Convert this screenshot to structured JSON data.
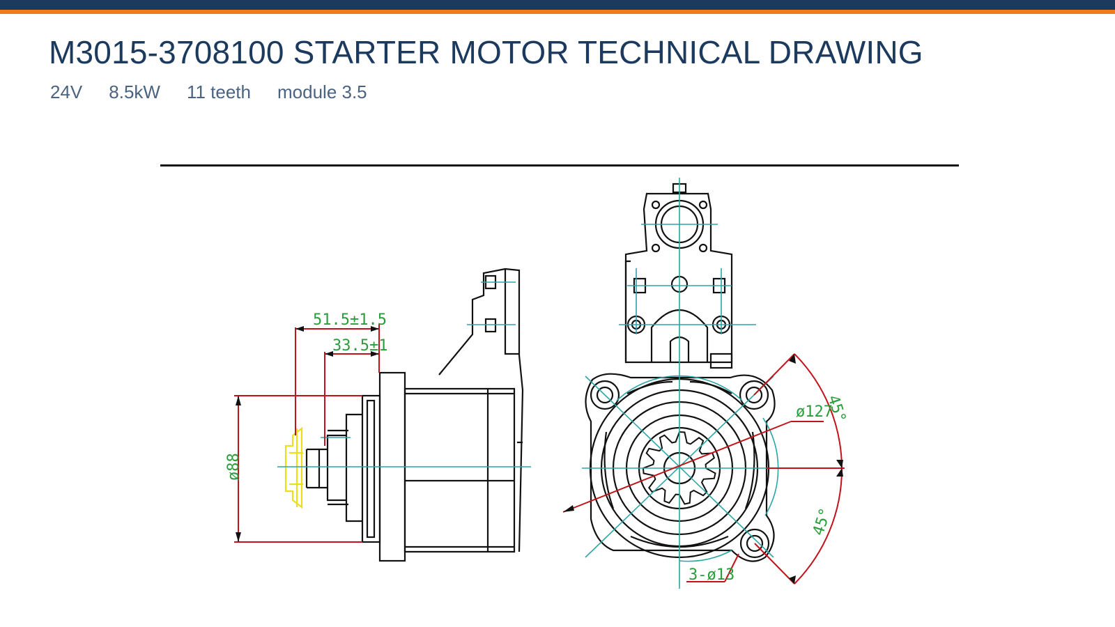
{
  "header": {
    "title": "M3015-3708100 STARTER MOTOR TECHNICAL DRAWING",
    "specs": [
      "24V",
      "8.5kW",
      "11 teeth",
      "module 3.5"
    ]
  },
  "drawing": {
    "dimensions": {
      "d1": "51.5±1.5",
      "d2": "33.5±1",
      "diameter_88": "ø88",
      "diameter_127": "ø127",
      "angle_top": "45°",
      "angle_bottom": "45°",
      "holes": "3-ø13"
    }
  },
  "colors": {
    "brand": "#1b3a5e",
    "accent": "#f07c1a",
    "dimension": "#2a9d3a",
    "dimension_line": "#c0131a",
    "centerline": "#2aa6a6",
    "part_highlight": "#e8e01a"
  }
}
